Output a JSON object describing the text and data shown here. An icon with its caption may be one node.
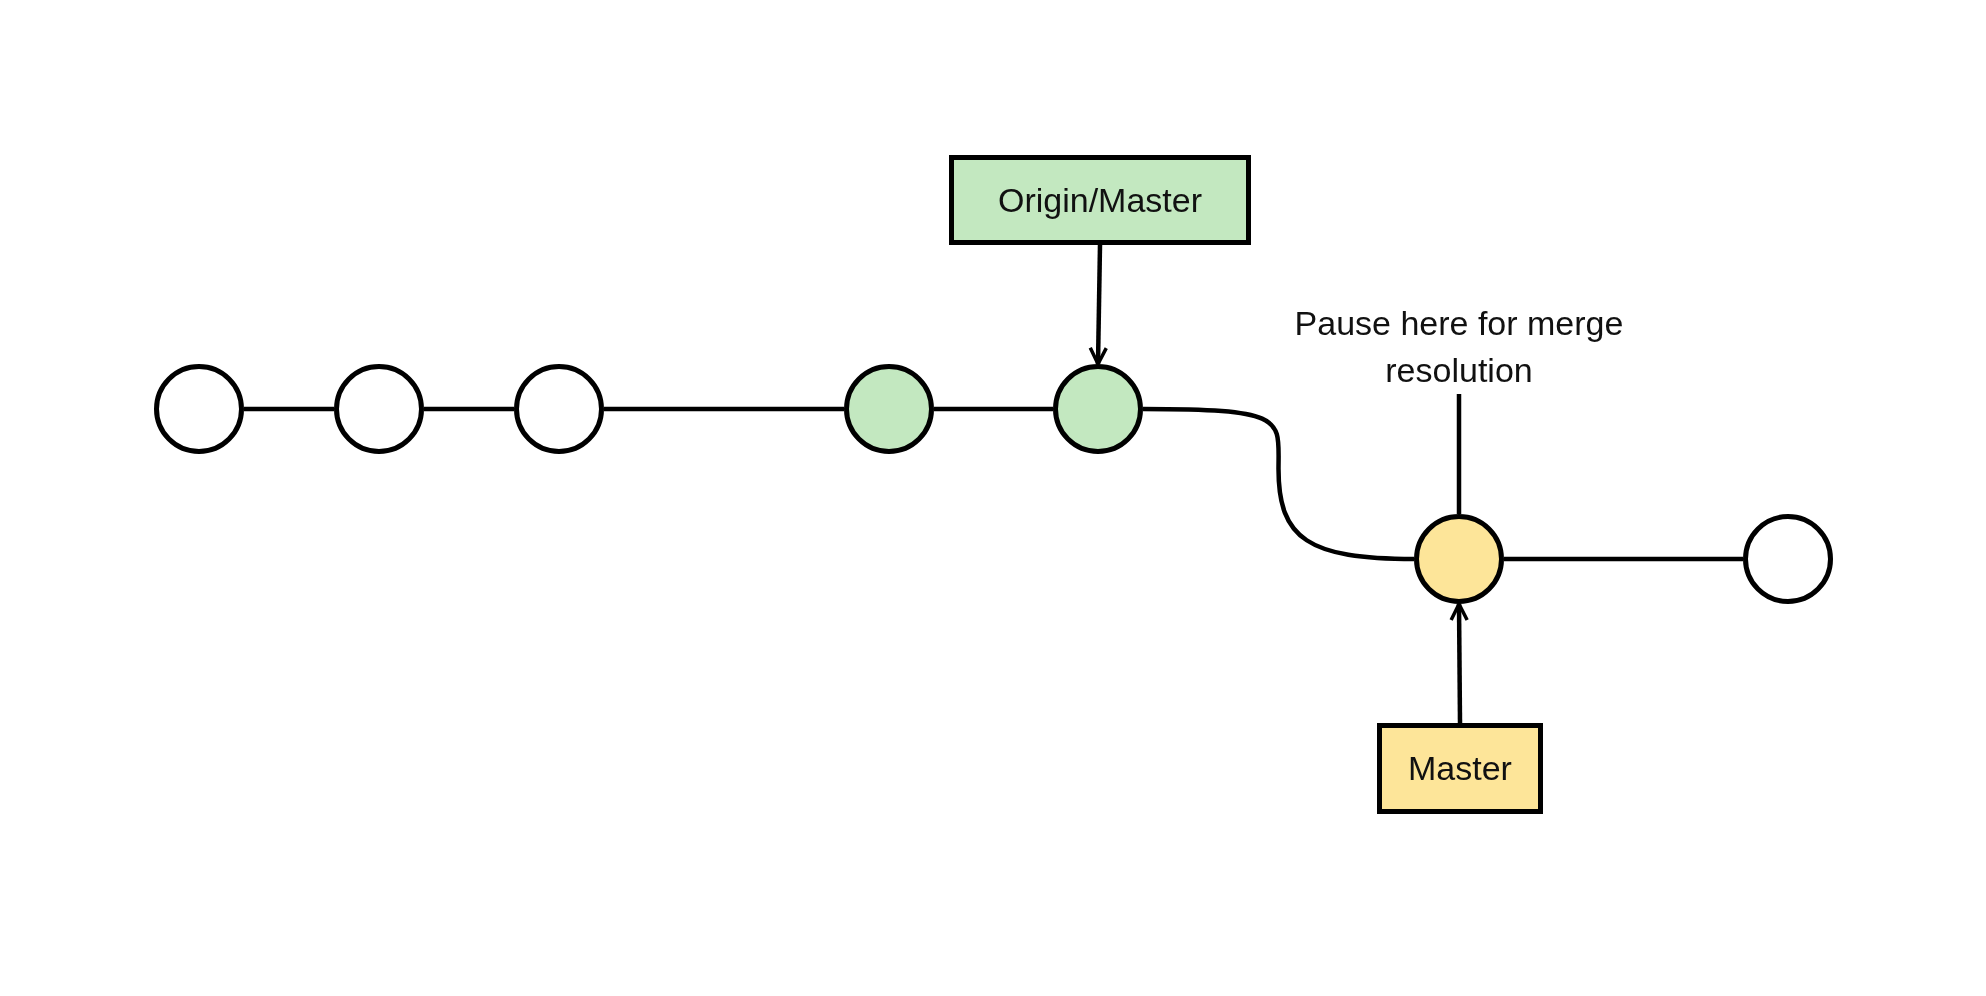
{
  "diagram": {
    "nodes": [
      {
        "text": [
          "Origin/Master"
        ]
      },
      {
        "text": [
          "Pause here for merge resolution"
        ]
      },
      {
        "text": [],
        "shape": "circle"
      },
      {
        "text": [],
        "shape": "circle"
      },
      {
        "text": [],
        "shape": "circle"
      },
      {
        "text": [],
        "shape": "circle"
      },
      {
        "text": [],
        "shape": "circle"
      },
      {
        "text": [],
        "shape": "circle"
      },
      {
        "text": [],
        "shape": "circle"
      },
      {
        "text": [
          "Master"
        ]
      }
    ],
    "edges": [
      {
        "from": 2,
        "to": 3,
        "arrow": "none"
      },
      {
        "from": 3,
        "to": 4,
        "arrow": "none"
      },
      {
        "from": 4,
        "to": 5,
        "arrow": "none"
      },
      {
        "from": 5,
        "to": 6,
        "arrow": "none"
      },
      {
        "from": 6,
        "to": 7,
        "arrow": "none"
      },
      {
        "from": 7,
        "to": 8,
        "arrow": "none"
      },
      {
        "from": 0,
        "to": 6,
        "arrow": "to"
      },
      {
        "from": 1,
        "to": 7,
        "arrow": "none"
      },
      {
        "from": 9,
        "to": 7,
        "arrow": "to"
      }
    ]
  }
}
